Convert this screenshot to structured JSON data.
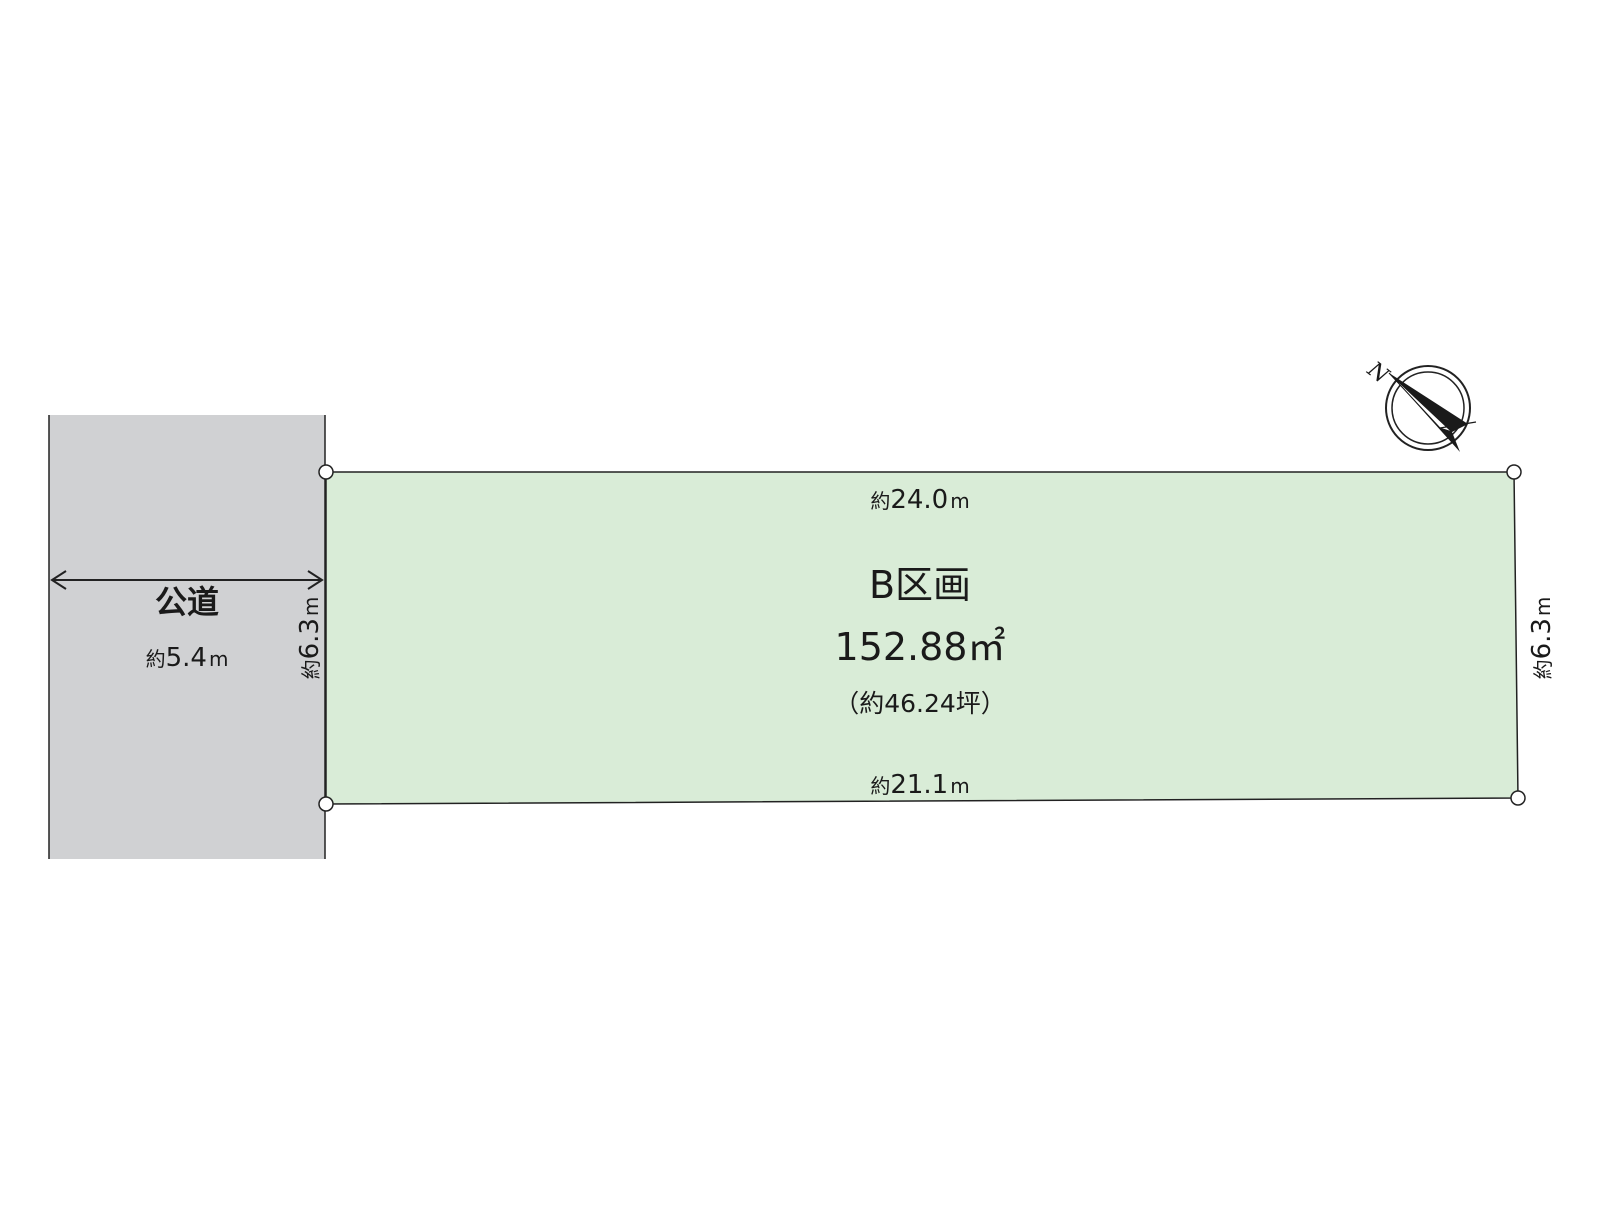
{
  "lot": {
    "name": "B区画",
    "area": "152.88㎡",
    "area_tsubo": "（約46.24坪）",
    "fill_color": "#d9ecd7",
    "top_dim": {
      "prefix": "約",
      "value": "24.0",
      "unit": "m"
    },
    "bottom_dim": {
      "prefix": "約",
      "value": "21.1",
      "unit": "m"
    },
    "left_dim": {
      "prefix": "約",
      "value": "6.3",
      "unit": "m"
    },
    "right_dim": {
      "prefix": "約",
      "value": "6.3",
      "unit": "m"
    }
  },
  "road": {
    "name": "公道",
    "width": {
      "prefix": "約",
      "value": "5.4",
      "unit": "m"
    },
    "fill_color": "#d0d1d3"
  },
  "compass": {
    "label": "N",
    "icon": "north-arrow-icon"
  }
}
